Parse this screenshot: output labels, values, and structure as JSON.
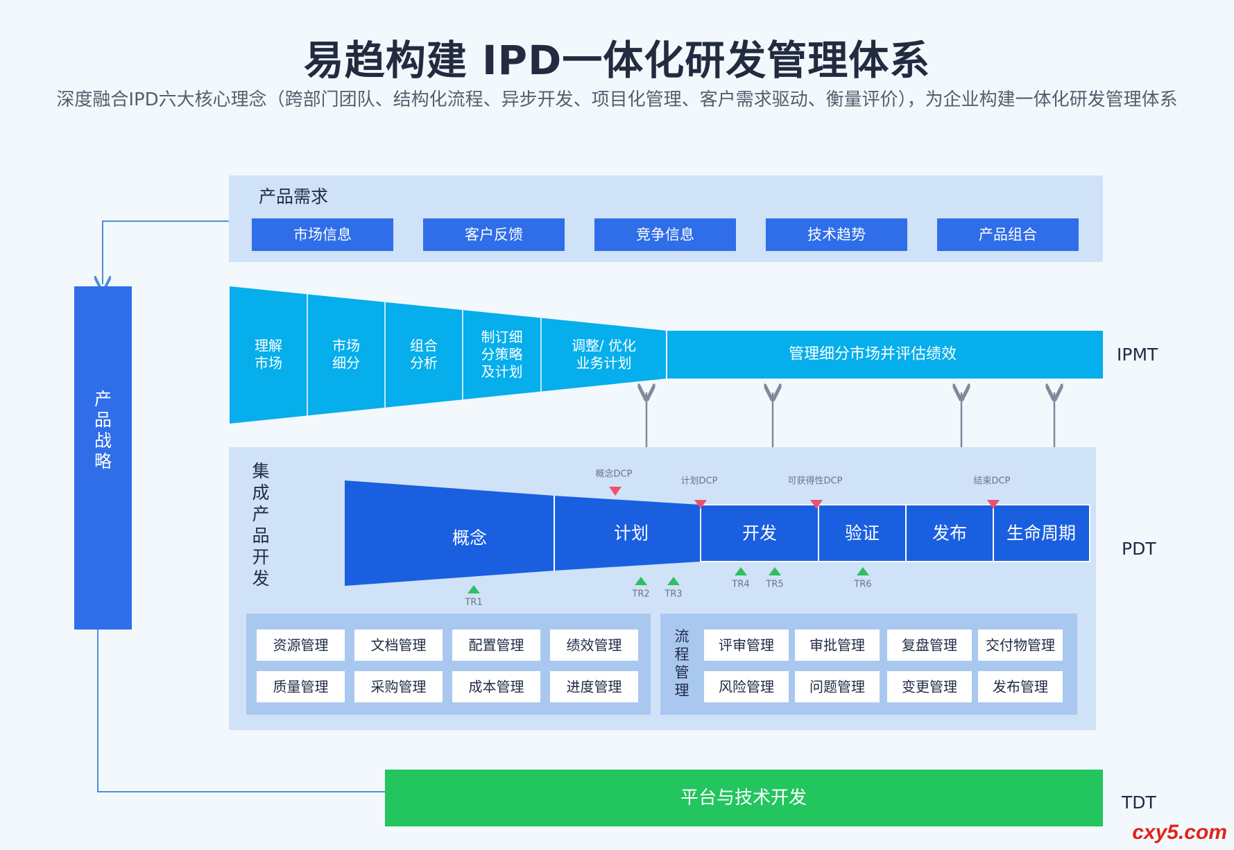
{
  "header": {
    "title": "易趋构建 IPD一体化研发管理体系",
    "subtitle": "深度融合IPD六大核心理念（跨部门团队、结构化流程、异步开发、项目化管理、客户需求驱动、衡量评价），为企业构建一体化研发管理体系"
  },
  "product_demand": {
    "title": "产品需求",
    "items": [
      "市场信息",
      "客户反馈",
      "竞争信息",
      "技术趋势",
      "产品组合"
    ]
  },
  "strategy": {
    "label": "产品战略"
  },
  "ipmt": {
    "stages": [
      "理解\n市场",
      "市场\n细分",
      "组合\n分析",
      "制订细\n分策略\n及计划",
      "调整/ 优化\n业务计划"
    ],
    "bar": "管理细分市场并评估绩效",
    "tag": "IPMT"
  },
  "pdt": {
    "side_label": "集成产品开发",
    "tag": "PDT",
    "phases": [
      "概念",
      "计划",
      "开发",
      "验证",
      "发布",
      "生命周期"
    ],
    "dcp": [
      "概念DCP",
      "计划DCP",
      "可获得性DCP",
      "结束DCP"
    ],
    "tr": [
      "TR1",
      "TR2",
      "TR3",
      "TR4",
      "TR5",
      "TR6"
    ],
    "support_left": [
      "资源管理",
      "文档管理",
      "配置管理",
      "绩效管理",
      "质量管理",
      "采购管理",
      "成本管理",
      "进度管理"
    ],
    "process_label": "流程管理",
    "support_right": [
      "评审管理",
      "审批管理",
      "复盘管理",
      "交付物管理",
      "风险管理",
      "问题管理",
      "变更管理",
      "发布管理"
    ]
  },
  "tdt": {
    "bar": "平台与技术开发",
    "tag": "TDT"
  },
  "watermark": "cxy5.com",
  "colors": {
    "light_panel": "#cfe2f7",
    "blue": "#2f6ee8",
    "cyan": "#06aeeb",
    "deep_blue": "#1a5fe0",
    "green": "#22c55e",
    "red_marker": "#f0506e",
    "green_marker": "#2fbf5f",
    "arrow_gray": "#7e8a99",
    "connector": "#4b8fd6"
  }
}
